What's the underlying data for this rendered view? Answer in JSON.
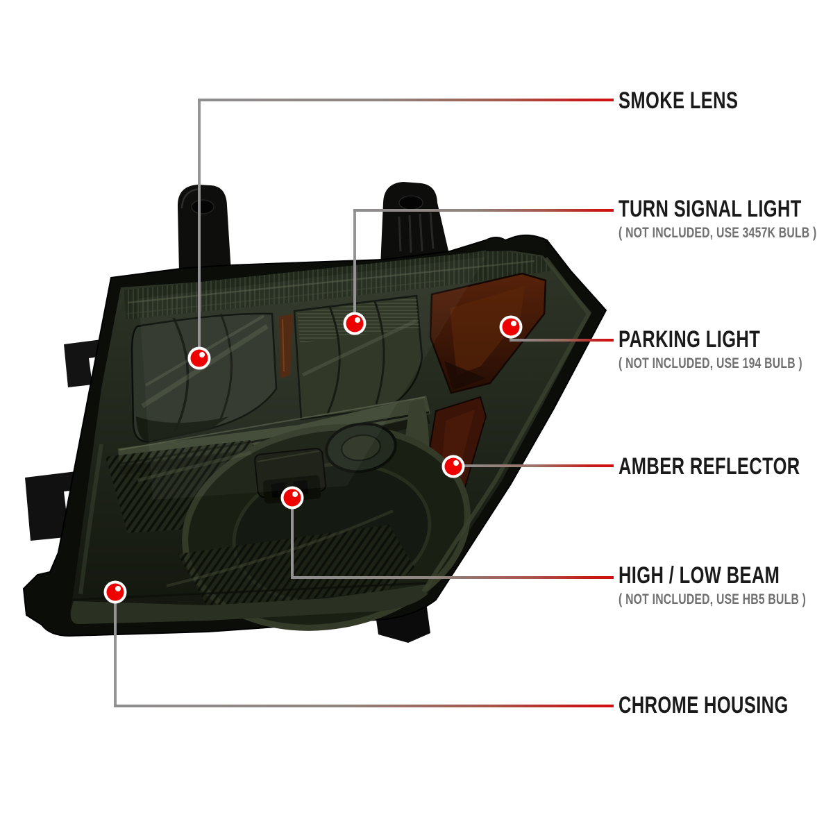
{
  "figure": {
    "type": "annotated-product-diagram",
    "subject": "smoked headlight assembly"
  },
  "colors": {
    "background": "#ffffff",
    "accent_red": "#d40d0d",
    "line_gray": "#949494",
    "label_text": "#1a1a1a",
    "note_text": "#6f6f6f",
    "dot_red": "#ee0000",
    "dot_ring": "#ffffff"
  },
  "callouts": [
    {
      "id": "smoke-lens",
      "label": "SMOKE LENS",
      "note": ""
    },
    {
      "id": "turn-signal-light",
      "label": "TURN SIGNAL LIGHT",
      "note": "( NOT INCLUDED, USE  3457K  BULB )"
    },
    {
      "id": "parking-light",
      "label": "PARKING LIGHT",
      "note": "( NOT INCLUDED, USE  194  BULB )"
    },
    {
      "id": "amber-reflector",
      "label": "AMBER REFLECTOR",
      "note": ""
    },
    {
      "id": "high-low-beam",
      "label": "HIGH / LOW BEAM",
      "note": "( NOT INCLUDED, USE  HB5  BULB )"
    },
    {
      "id": "chrome-housing",
      "label": "CHROME HOUSING",
      "note": ""
    }
  ]
}
